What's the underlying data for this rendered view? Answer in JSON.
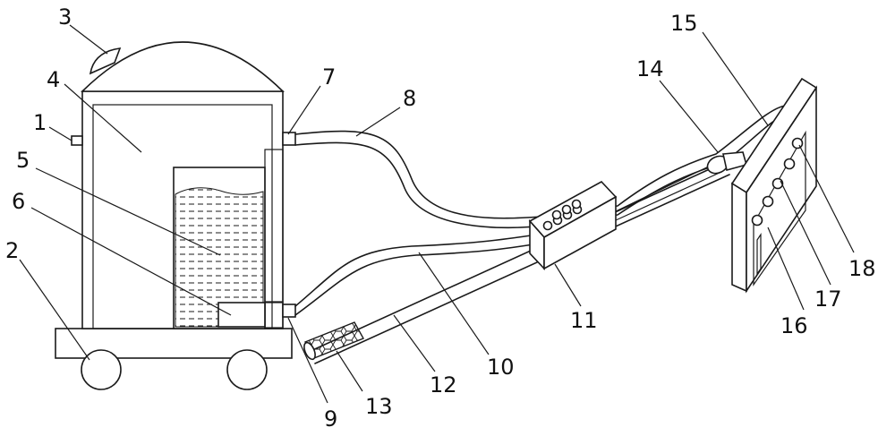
{
  "callouts": [
    "1",
    "2",
    "3",
    "4",
    "5",
    "6",
    "7",
    "8",
    "9",
    "10",
    "11",
    "12",
    "13",
    "14",
    "15",
    "16",
    "17",
    "18"
  ]
}
